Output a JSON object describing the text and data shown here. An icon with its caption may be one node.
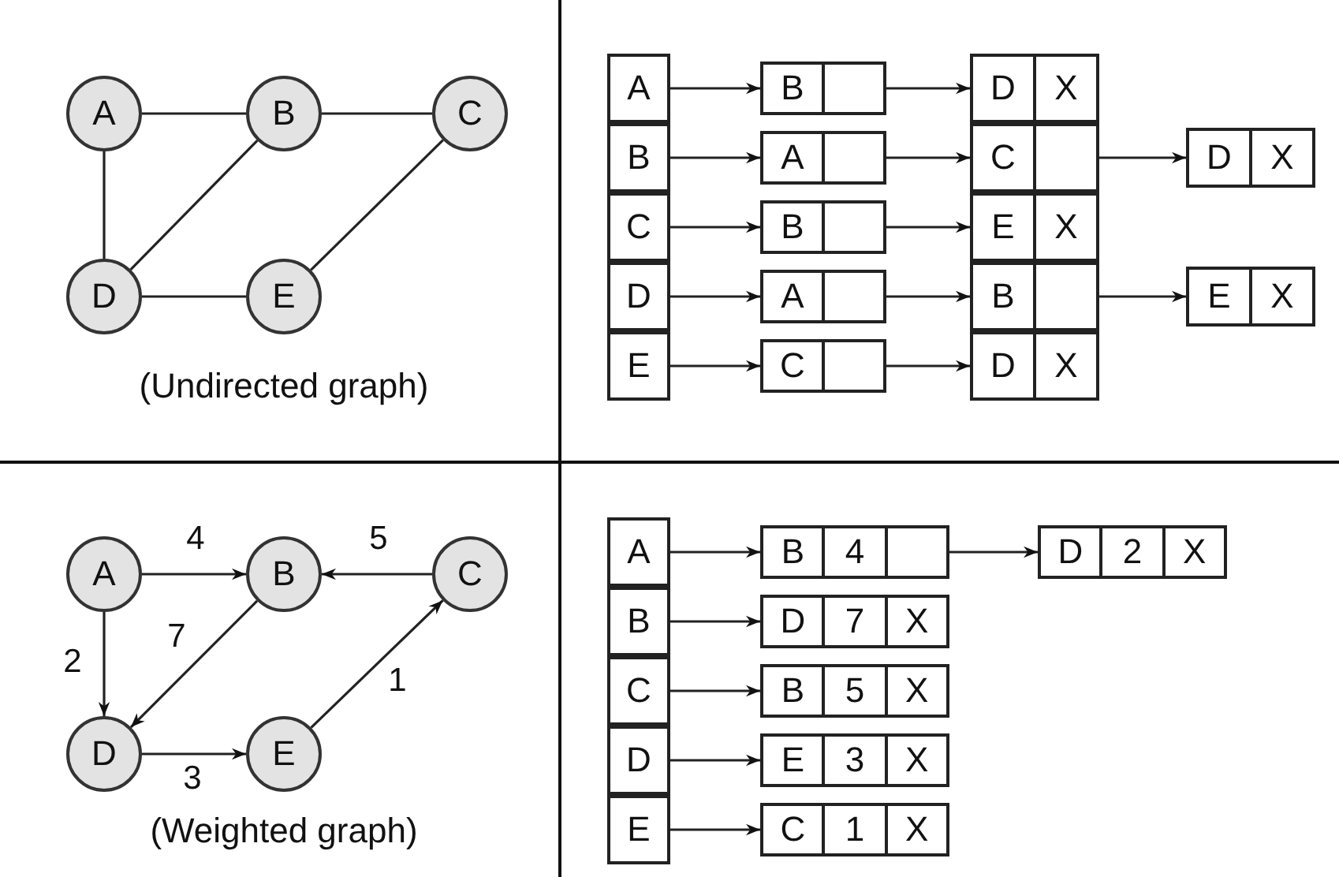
{
  "diagram": {
    "nodes": [
      {
        "text": [
          "A"
        ]
      },
      {
        "text": [
          "B"
        ]
      },
      {
        "text": [
          "C"
        ]
      },
      {
        "text": [
          "D"
        ]
      },
      {
        "text": [
          "E"
        ]
      },
      {
        "text": [
          "A"
        ]
      },
      {
        "text": [
          "B"
        ]
      },
      {
        "text": [
          "C"
        ]
      },
      {
        "text": [
          "D"
        ]
      },
      {
        "text": [
          "E"
        ]
      },
      {
        "text": [
          "B"
        ]
      },
      {
        "text": [
          "D",
          "X"
        ]
      },
      {
        "text": [
          "A"
        ]
      },
      {
        "text": [
          "C"
        ]
      },
      {
        "text": [
          "D",
          "X"
        ]
      },
      {
        "text": [
          "B"
        ]
      },
      {
        "text": [
          "E",
          "X"
        ]
      },
      {
        "text": [
          "A"
        ]
      },
      {
        "text": [
          "B"
        ]
      },
      {
        "text": [
          "E",
          "X"
        ]
      },
      {
        "text": [
          "C"
        ]
      },
      {
        "text": [
          "D",
          "X"
        ]
      },
      {
        "text": [
          "A"
        ]
      },
      {
        "text": [
          "B"
        ]
      },
      {
        "text": [
          "C"
        ]
      },
      {
        "text": [
          "D"
        ]
      },
      {
        "text": [
          "E"
        ]
      },
      {
        "text": [
          "A"
        ]
      },
      {
        "text": [
          "B"
        ]
      },
      {
        "text": [
          "C"
        ]
      },
      {
        "text": [
          "D"
        ]
      },
      {
        "text": [
          "E"
        ]
      },
      {
        "text": [
          "B",
          "4"
        ]
      },
      {
        "text": [
          "D",
          "2",
          "X"
        ]
      },
      {
        "text": [
          "D",
          "7",
          "X"
        ]
      },
      {
        "text": [
          "B",
          "5",
          "X"
        ]
      },
      {
        "text": [
          "E",
          "3",
          "X"
        ]
      },
      {
        "text": [
          "C",
          "1",
          "X"
        ]
      }
    ],
    "edges": [
      {
        "from": 0,
        "to": 1,
        "arrow": "none"
      },
      {
        "from": 1,
        "to": 2,
        "arrow": "none"
      },
      {
        "from": 0,
        "to": 3,
        "arrow": "none"
      },
      {
        "from": 3,
        "to": 1,
        "arrow": "none"
      },
      {
        "from": 4,
        "to": 2,
        "arrow": "none"
      },
      {
        "from": 3,
        "to": 4,
        "arrow": "none"
      },
      {
        "from": 5,
        "to": 10,
        "arrow": "to"
      },
      {
        "from": 10,
        "to": 11,
        "arrow": "to"
      },
      {
        "from": 6,
        "to": 12,
        "arrow": "to"
      },
      {
        "from": 12,
        "to": 13,
        "arrow": "to"
      },
      {
        "from": 13,
        "to": 14,
        "arrow": "to"
      },
      {
        "from": 7,
        "to": 15,
        "arrow": "to"
      },
      {
        "from": 15,
        "to": 16,
        "arrow": "to"
      },
      {
        "from": 8,
        "to": 17,
        "arrow": "to"
      },
      {
        "from": 17,
        "to": 18,
        "arrow": "to"
      },
      {
        "from": 18,
        "to": 19,
        "arrow": "to"
      },
      {
        "from": 9,
        "to": 20,
        "arrow": "to"
      },
      {
        "from": 20,
        "to": 21,
        "arrow": "to"
      },
      {
        "from": 22,
        "to": 23,
        "arrow": "to",
        "label": "4"
      },
      {
        "from": 24,
        "to": 23,
        "arrow": "to",
        "label": "5"
      },
      {
        "from": 22,
        "to": 25,
        "arrow": "to",
        "label": "2"
      },
      {
        "from": 23,
        "to": 25,
        "arrow": "to",
        "label": "7"
      },
      {
        "from": 25,
        "to": 26,
        "arrow": "to",
        "label": "3"
      },
      {
        "from": 26,
        "to": 24,
        "arrow": "to",
        "label": "1"
      },
      {
        "from": 27,
        "to": 32,
        "arrow": "to"
      },
      {
        "from": 32,
        "to": 33,
        "arrow": "to"
      },
      {
        "from": 28,
        "to": 34,
        "arrow": "to"
      },
      {
        "from": 29,
        "to": 35,
        "arrow": "to"
      },
      {
        "from": 30,
        "to": 36,
        "arrow": "to"
      },
      {
        "from": 31,
        "to": 37,
        "arrow": "to"
      }
    ],
    "labels": [
      "(Undirected graph)",
      "(Weighted graph)"
    ]
  }
}
